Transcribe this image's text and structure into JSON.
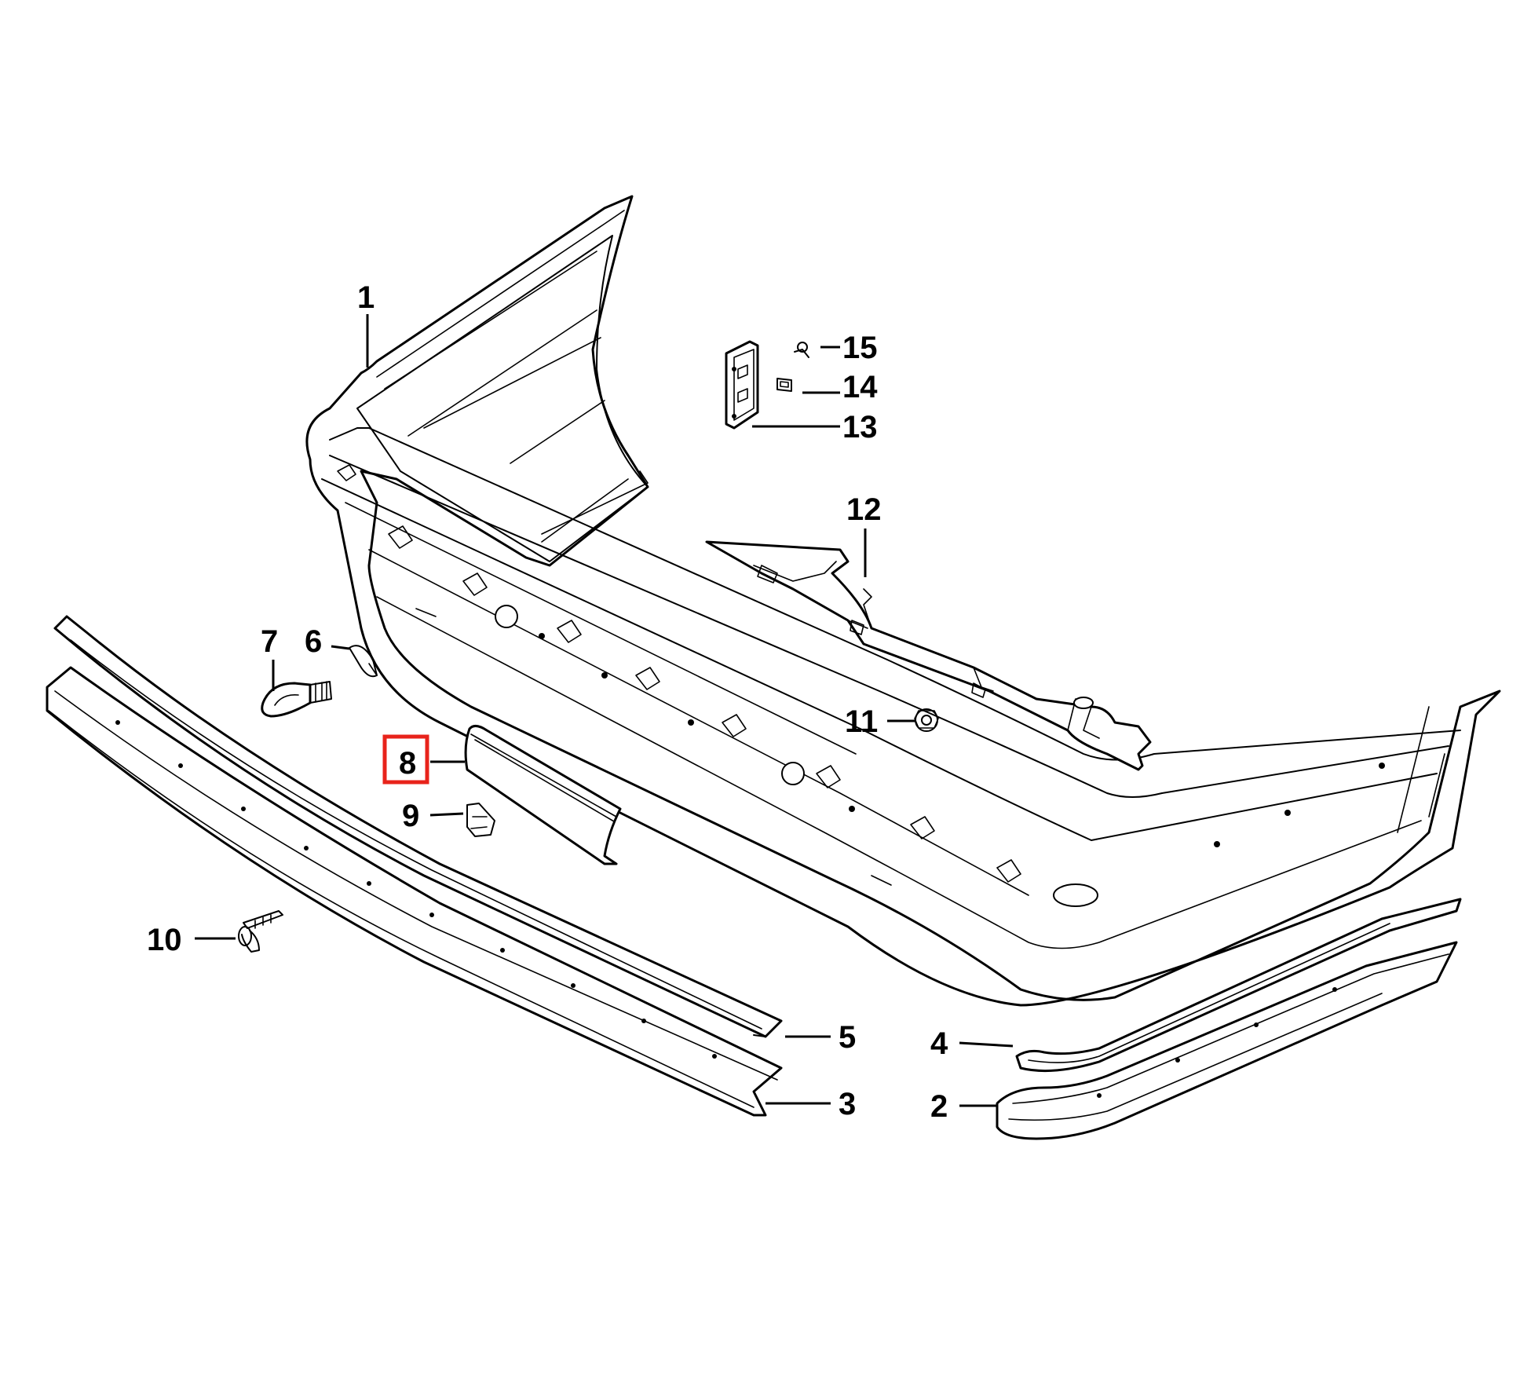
{
  "diagram": {
    "highlight_color": "#e8231b",
    "highlighted_callout": "8",
    "callouts": [
      {
        "id": "c1",
        "label": "1",
        "part": "bumper-cover"
      },
      {
        "id": "c2",
        "label": "2",
        "part": "side-trim-right"
      },
      {
        "id": "c3",
        "label": "3",
        "part": "trim-strip-long"
      },
      {
        "id": "c4",
        "label": "4",
        "part": "side-trim-insert-right"
      },
      {
        "id": "c5",
        "label": "5",
        "part": "trim-insert-long"
      },
      {
        "id": "c6",
        "label": "6",
        "part": "cover-cap"
      },
      {
        "id": "c7",
        "label": "7",
        "part": "tow-eye"
      },
      {
        "id": "c8",
        "label": "8",
        "part": "tow-hook-cover-flap"
      },
      {
        "id": "c9",
        "label": "9",
        "part": "clip"
      },
      {
        "id": "c10",
        "label": "10",
        "part": "expanding-rivet"
      },
      {
        "id": "c11",
        "label": "11",
        "part": "nut"
      },
      {
        "id": "c12",
        "label": "12",
        "part": "bumper-carrier"
      },
      {
        "id": "c13",
        "label": "13",
        "part": "bracket"
      },
      {
        "id": "c14",
        "label": "14",
        "part": "clip-nut"
      },
      {
        "id": "c15",
        "label": "15",
        "part": "screw"
      }
    ]
  }
}
